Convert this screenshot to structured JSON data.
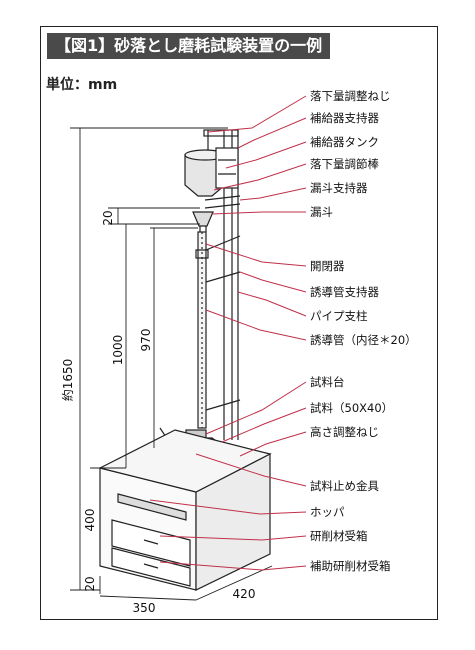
{
  "figure": {
    "title": "【図1】砂落とし磨耗試験装置の一例",
    "unit": "単位：mm"
  },
  "labels": [
    "落下量調整ねじ",
    "補給器支持器",
    "補給器タンク",
    "落下量調節棒",
    "漏斗支持器",
    "漏斗",
    "開閉器",
    "誘導管支持器",
    "パイプ支柱",
    "誘導管（内径＊20）",
    "試料台",
    "試料（50X40）",
    "高さ調整ねじ",
    "試料止め金具",
    "ホッパ",
    "研削材受箱",
    "補助研削材受箱"
  ],
  "dimensions": {
    "total_height": "約1650",
    "top_gap": "20",
    "pipe_length": "1000",
    "drop_height": "970",
    "base_height": "400",
    "bottom_gap": "20",
    "width": "350",
    "depth": "420"
  },
  "colors": {
    "leader": "#c0304a",
    "line": "#222222",
    "title_bg": "#4a4a4a"
  }
}
